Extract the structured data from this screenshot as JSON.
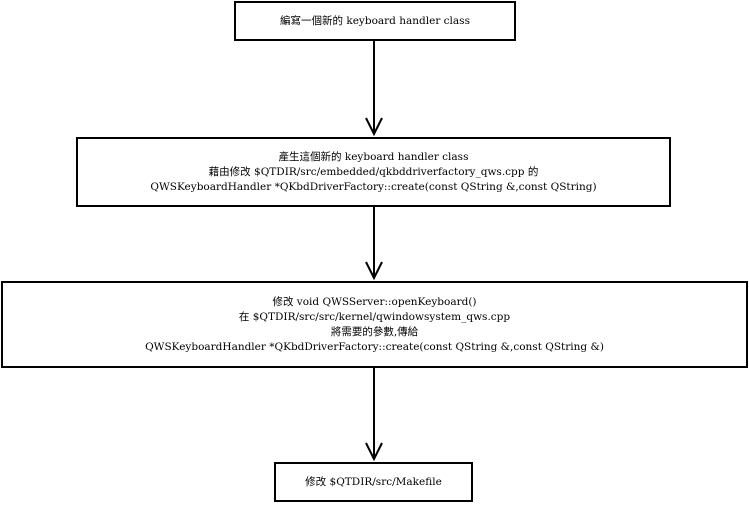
{
  "diagram": {
    "steps": [
      {
        "lines": [
          "編寫一個新的 keyboard handler class"
        ]
      },
      {
        "lines": [
          "產生這個新的 keyboard handler class",
          "藉由修改 $QTDIR/src/embedded/qkbddriverfactory_qws.cpp 的",
          "QWSKeyboardHandler *QKbdDriverFactory::create(const QString &,const QString)"
        ]
      },
      {
        "lines": [
          "修改 void QWSServer::openKeyboard()",
          "在 $QTDIR/src/src/kernel/qwindowsystem_qws.cpp",
          "將需要的參數,傳給",
          "QWSKeyboardHandler *QKbdDriverFactory::create(const QString &,const QString &)"
        ]
      },
      {
        "lines": [
          "修改 $QTDIR/src/Makefile"
        ]
      }
    ]
  }
}
